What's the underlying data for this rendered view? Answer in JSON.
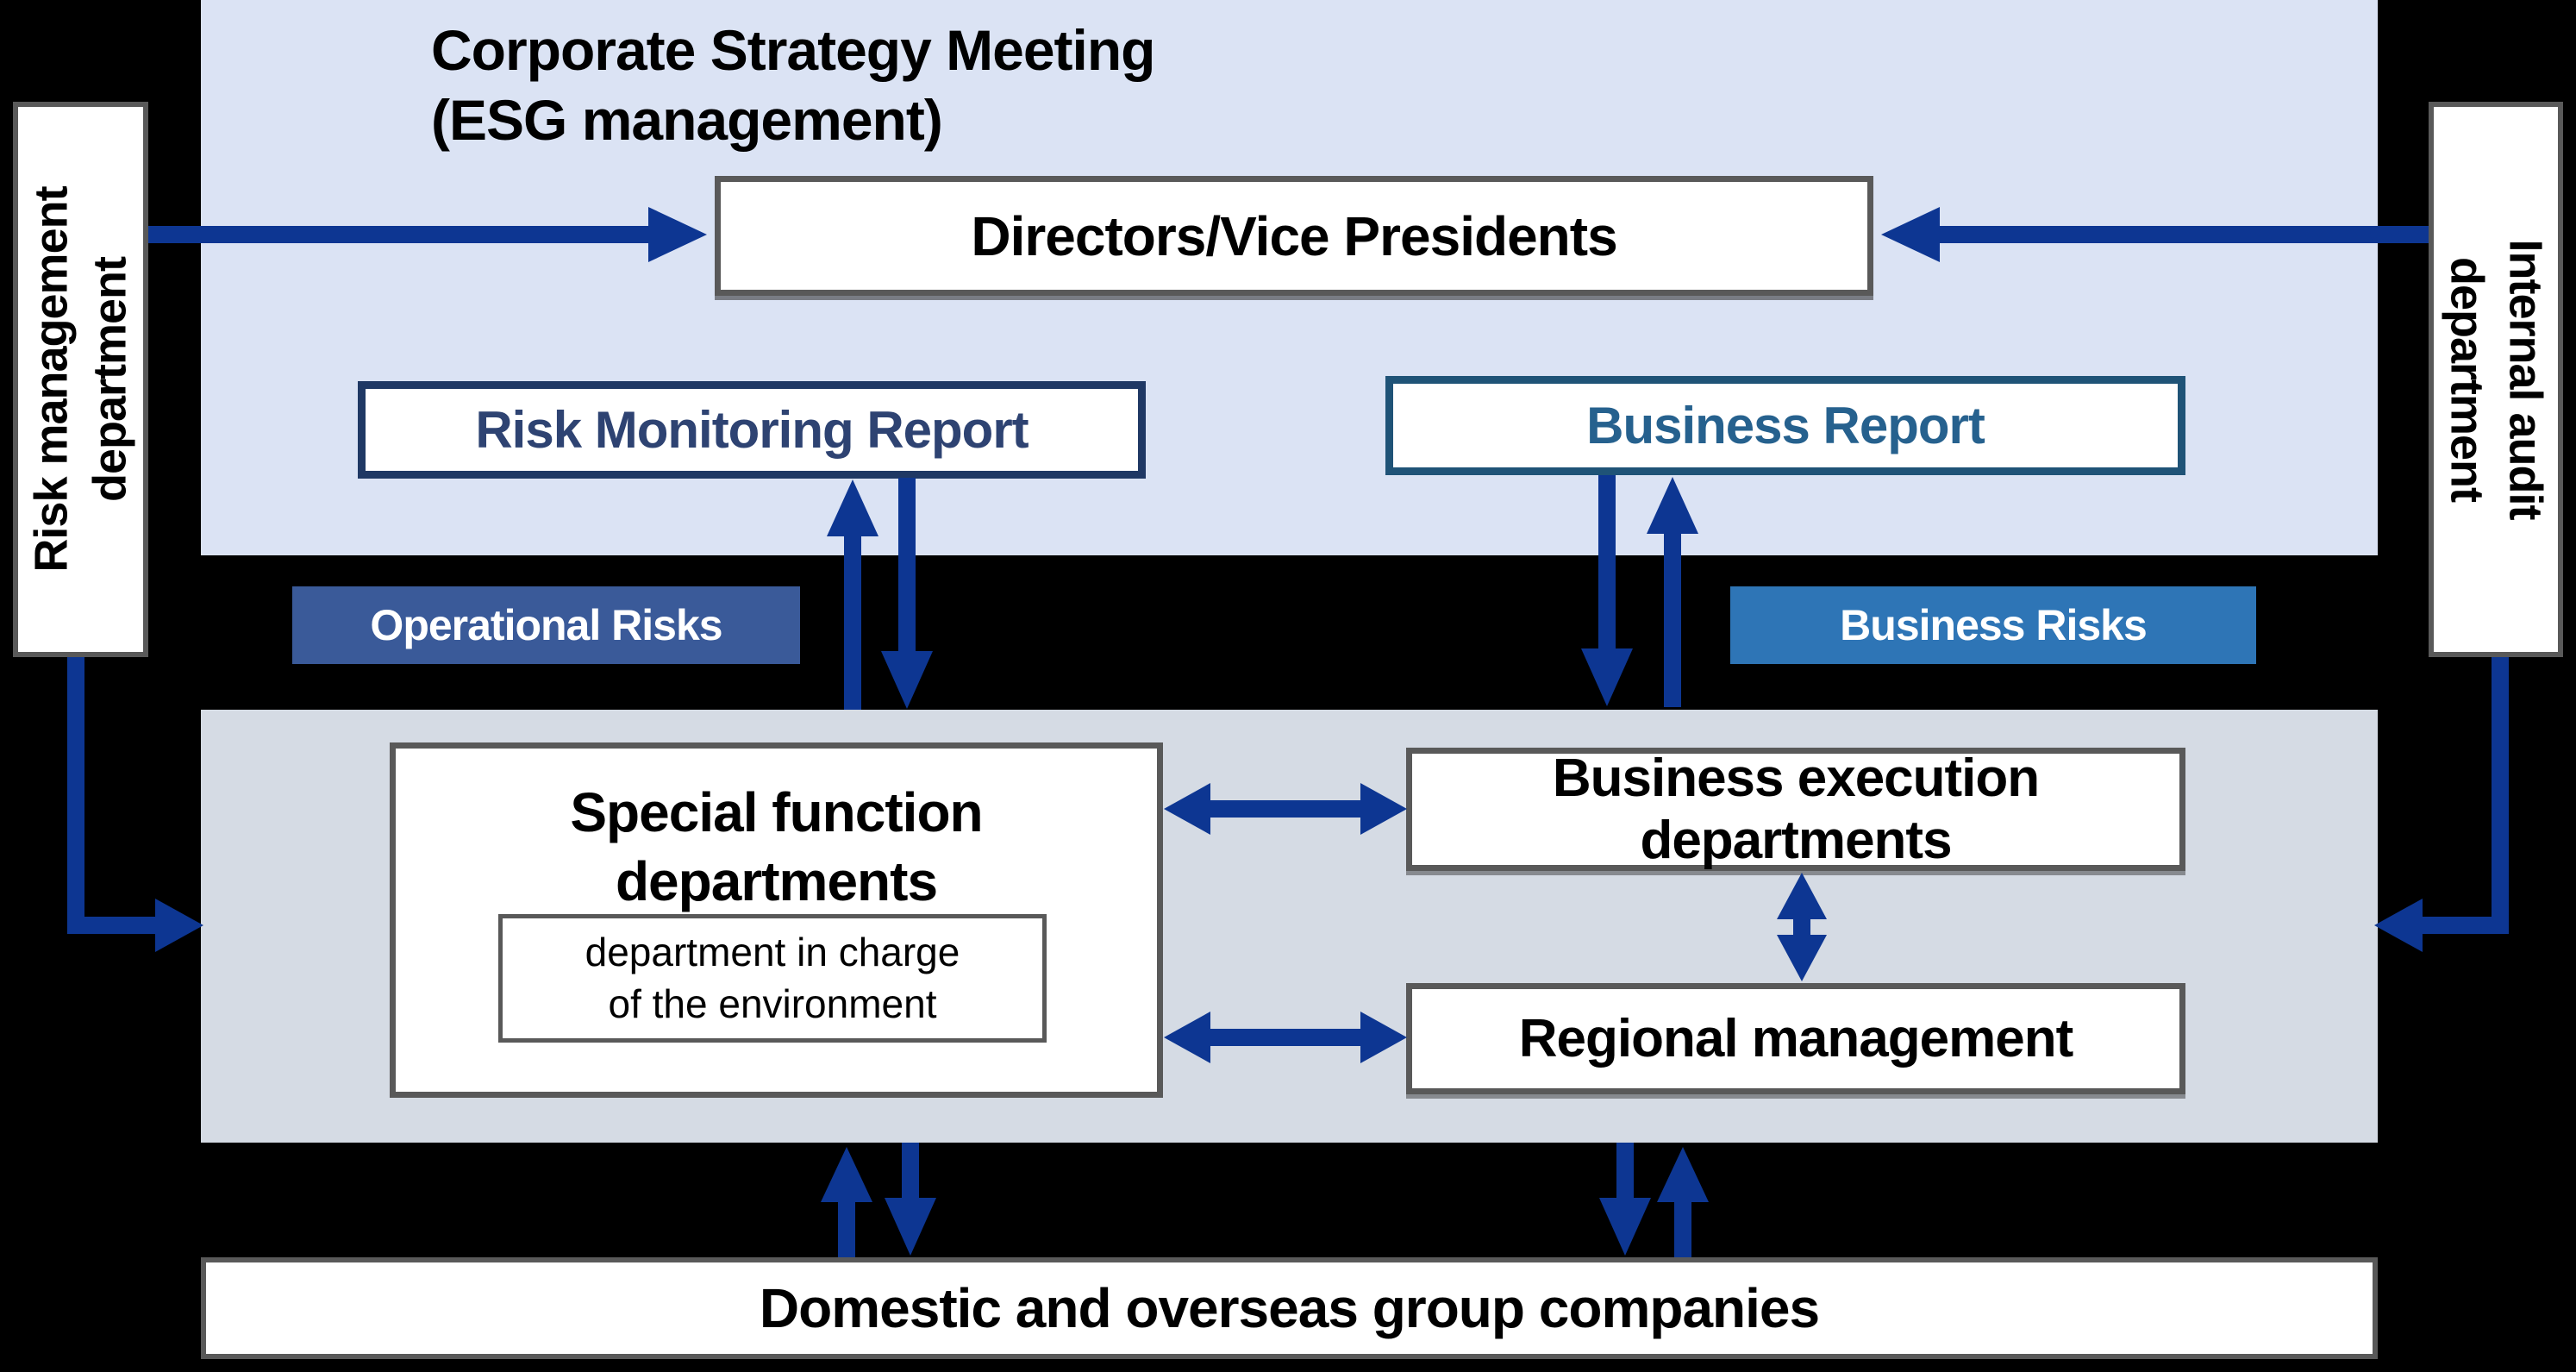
{
  "colors": {
    "page_bg": "#000000",
    "top_panel_bg": "#dbe3f4",
    "middle_panel_bg": "#d5dbe4",
    "box_bg": "#ffffff",
    "box_border_gray": "#595959",
    "arrow_blue": "#0d3692",
    "risk_report_navy": "#1f3864",
    "risk_report_text": "#2e4372",
    "business_report_blue": "#1f5377",
    "business_report_text": "#26618e",
    "operational_badge_bg": "#3a5a99",
    "business_badge_bg": "#2e75b6",
    "badge_text": "#ffffff",
    "text_color": "#000000"
  },
  "top_panel": {
    "title": "Corporate Strategy Meeting\n(ESG management)",
    "directors_box": "Directors/Vice Presidents",
    "risk_monitoring_report": "Risk Monitoring Report",
    "business_report": "Business Report"
  },
  "side_departments": {
    "left": "Risk management\ndepartment",
    "right": "Internal audit\ndepartment"
  },
  "badges": {
    "operational": "Operational Risks",
    "business": "Business Risks"
  },
  "middle_panel": {
    "special_function": "Special function\ndepartments",
    "environment_dept": "department in charge\nof the environment",
    "business_execution": "Business execution\ndepartments",
    "regional_management": "Regional management"
  },
  "bottom": {
    "group_companies": "Domestic and overseas group companies"
  },
  "arrows": [
    "risk-management-to-directors",
    "internal-audit-to-directors",
    "special-function-to-risk-monitoring-up",
    "risk-monitoring-to-special-function-down",
    "business-report-to-execution-down",
    "execution-to-business-report-up",
    "group-companies-to-special-function-up",
    "special-function-to-group-companies-down",
    "regional-to-group-companies-down",
    "group-companies-to-regional-up",
    "special-function-execution-double",
    "special-function-regional-double",
    "execution-regional-double",
    "risk-management-to-middle-panel-elbow",
    "internal-audit-to-middle-panel-elbow"
  ]
}
